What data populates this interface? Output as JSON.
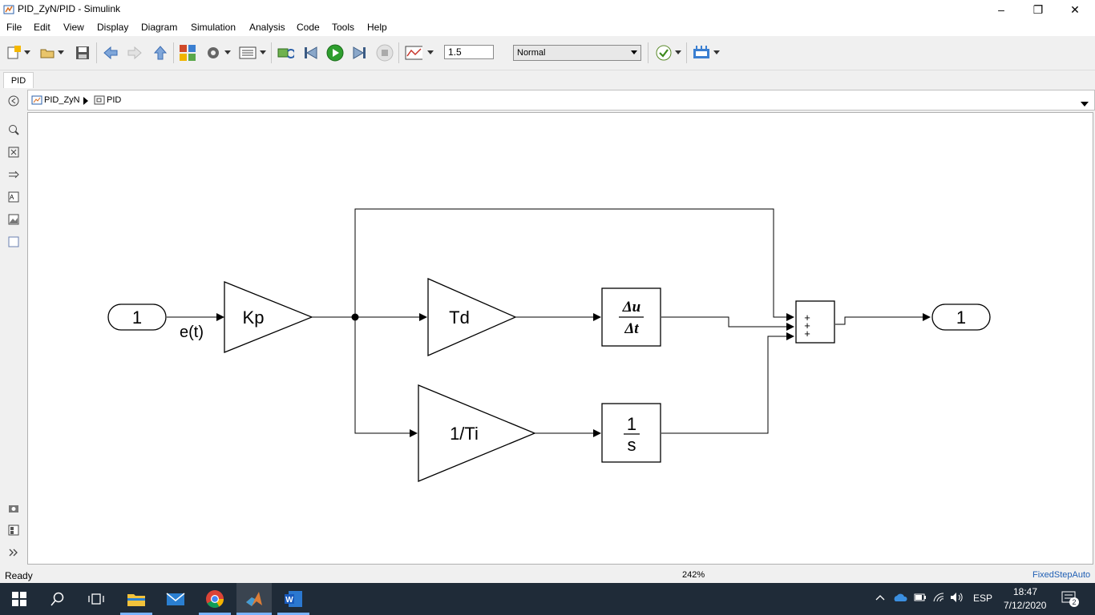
{
  "window": {
    "title": "PID_ZyN/PID - Simulink",
    "controls": {
      "minimize": "–",
      "restore": "❐",
      "close": "✕"
    }
  },
  "menu": [
    "File",
    "Edit",
    "View",
    "Display",
    "Diagram",
    "Simulation",
    "Analysis",
    "Code",
    "Tools",
    "Help"
  ],
  "toolbar": {
    "stop_time": "1.5",
    "sim_mode": "Normal",
    "run_color": "#2e9e2e"
  },
  "tab": {
    "label": "PID"
  },
  "breadcrumb": {
    "root": "PID_ZyN",
    "child": "PID"
  },
  "diagram": {
    "inport_label": "1",
    "outport_label": "1",
    "signal_label": "e(t)",
    "gain_kp": "Kp",
    "gain_td": "Td",
    "gain_ti": "1/Ti",
    "derivative_num": "Δu",
    "derivative_den": "Δt",
    "integrator_num": "1",
    "integrator_den": "s",
    "sum_signs": [
      "+",
      "+",
      "+"
    ]
  },
  "status": {
    "left": "Ready",
    "zoom": "242%",
    "solver": "FixedStepAuto"
  },
  "taskbar": {
    "language": "ESP",
    "time": "18:47",
    "date": "7/12/2020",
    "notifications": "2"
  }
}
